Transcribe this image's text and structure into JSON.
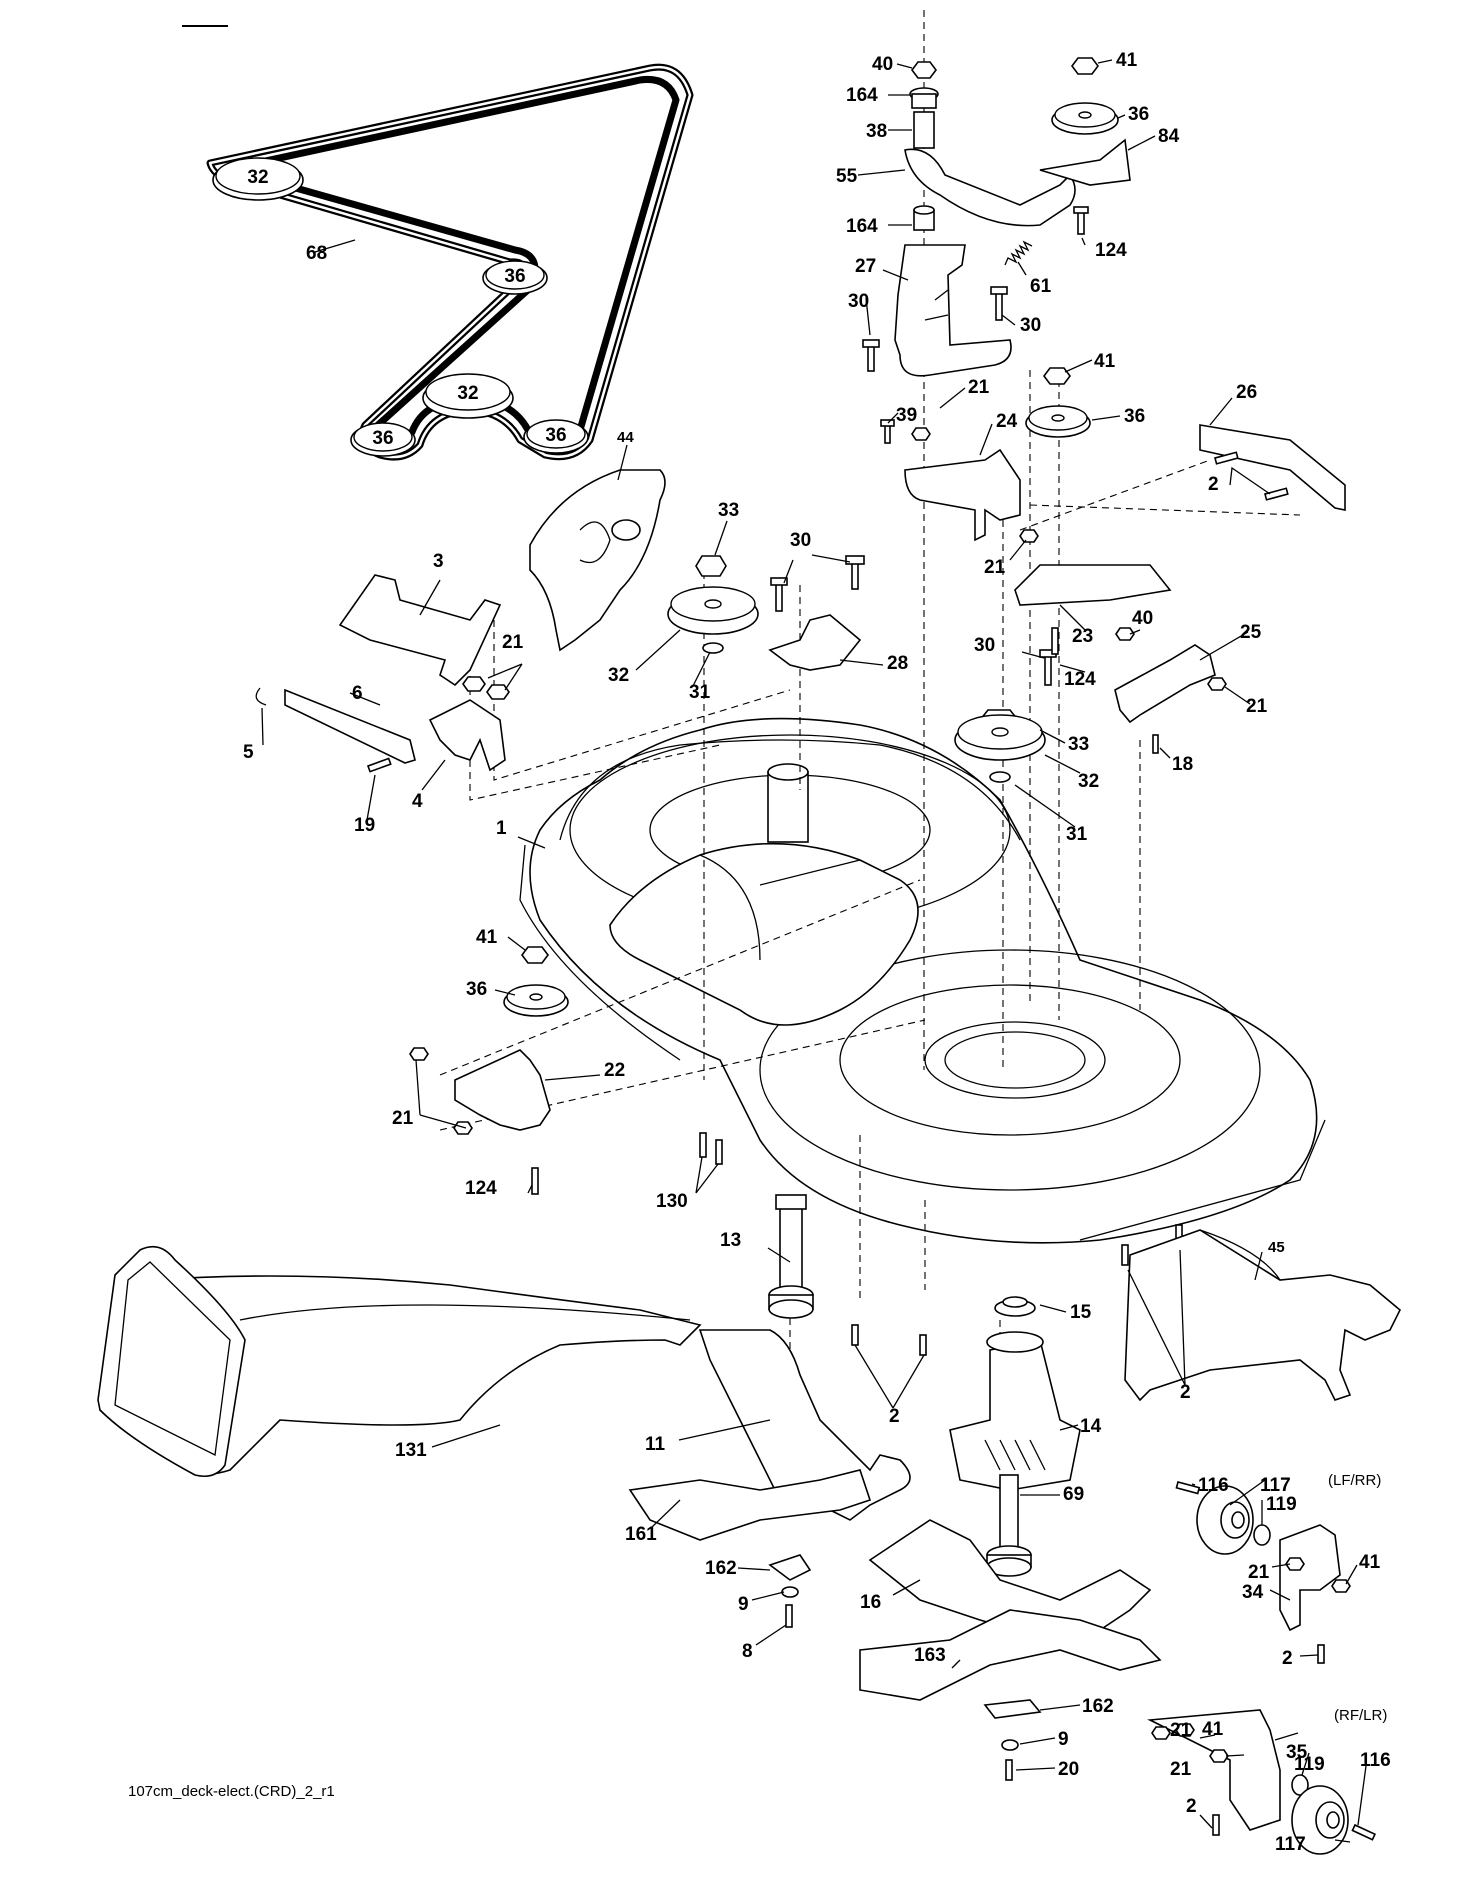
{
  "caption": "107cm_deck-elect.(CRD)_2_r1",
  "wheel_notes": {
    "upper": "(LF/RR)",
    "lower": "(RF/LR)"
  },
  "belt_pulley_labels": [
    "32",
    "36",
    "32",
    "36",
    "36"
  ],
  "callouts": [
    "40",
    "164",
    "38",
    "55",
    "164",
    "41",
    "36",
    "84",
    "124",
    "27",
    "61",
    "30",
    "30",
    "21",
    "39",
    "41",
    "36",
    "26",
    "24",
    "2",
    "21",
    "23",
    "40",
    "25",
    "21",
    "30",
    "124",
    "18",
    "44",
    "33",
    "30",
    "3",
    "21",
    "6",
    "5",
    "19",
    "4",
    "32",
    "31",
    "28",
    "33",
    "32",
    "31",
    "1",
    "41",
    "36",
    "22",
    "21",
    "124",
    "130",
    "13",
    "15",
    "45",
    "2",
    "2",
    "14",
    "131",
    "11",
    "161",
    "162",
    "9",
    "8",
    "69",
    "16",
    "163",
    "162",
    "9",
    "20",
    "116",
    "117",
    "119",
    "21",
    "41",
    "34",
    "2",
    "21",
    "41",
    "35",
    "21",
    "119",
    "116",
    "2",
    "117",
    "68"
  ]
}
